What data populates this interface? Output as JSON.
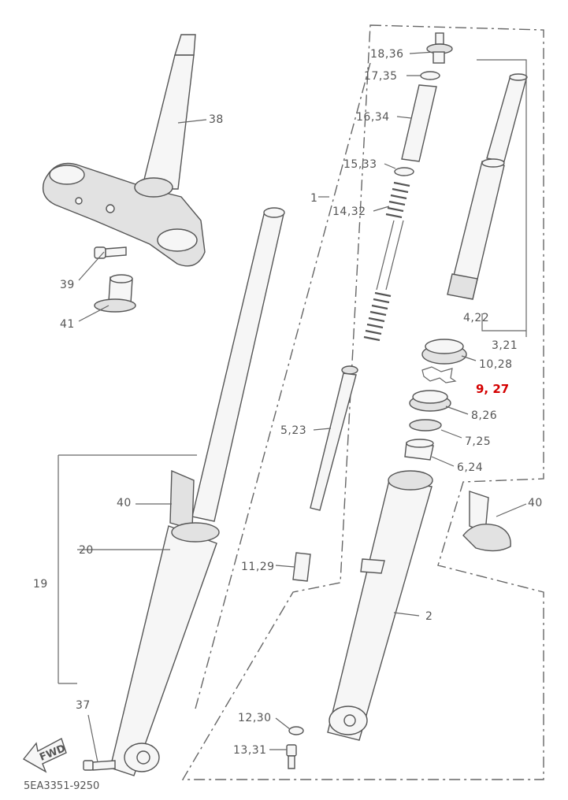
{
  "labels": {
    "l38": "38",
    "l39": "39",
    "l41": "41",
    "l1": "1",
    "l18_36": "18,36",
    "l17_35": "17,35",
    "l16_34": "16,34",
    "l15_33": "15,33",
    "l14_32": "14,32",
    "l5_23": "5,23",
    "l4_22": "4,22",
    "l3_21": "3,21",
    "l10_28": "10,28",
    "l9_27": "9, 27",
    "l8_26": "8,26",
    "l7_25": "7,25",
    "l6_24": "6,24",
    "l40a": "40",
    "l40b": "40",
    "l20": "20",
    "l19": "19",
    "l11_29": "11,29",
    "l2": "2",
    "l37": "37",
    "l12_30": "12,30",
    "l13_31": "13,31",
    "fwd": "FWD"
  },
  "diagram_ref": "5EA3351-9250",
  "colors": {
    "highlight": "#d40000",
    "ink": "#555555"
  }
}
